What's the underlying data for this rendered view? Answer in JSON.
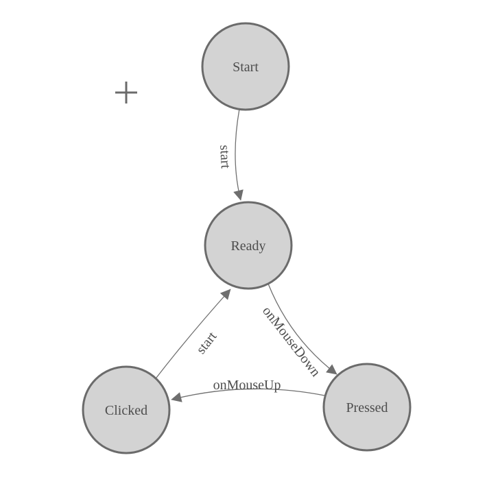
{
  "diagram": {
    "type": "state-machine",
    "nodes": [
      {
        "id": "start",
        "label": "Start"
      },
      {
        "id": "ready",
        "label": "Ready"
      },
      {
        "id": "clicked",
        "label": "Clicked"
      },
      {
        "id": "pressed",
        "label": "Pressed"
      }
    ],
    "edges": [
      {
        "from": "start",
        "to": "ready",
        "label": "start"
      },
      {
        "from": "ready",
        "to": "pressed",
        "label": "onMouseDown"
      },
      {
        "from": "pressed",
        "to": "clicked",
        "label": "onMouseUp"
      },
      {
        "from": "clicked",
        "to": "ready",
        "label": "start"
      }
    ],
    "icons": {
      "cursor": "plus-crosshair"
    },
    "colors": {
      "node_fill": "#d3d3d3",
      "node_stroke": "#6b6b6b",
      "edge_stroke": "#707070",
      "arrow_fill": "#6e6e6e",
      "label_text": "#4d4d4d",
      "crosshair": "#6b6b6b",
      "background": "#ffffff"
    }
  }
}
